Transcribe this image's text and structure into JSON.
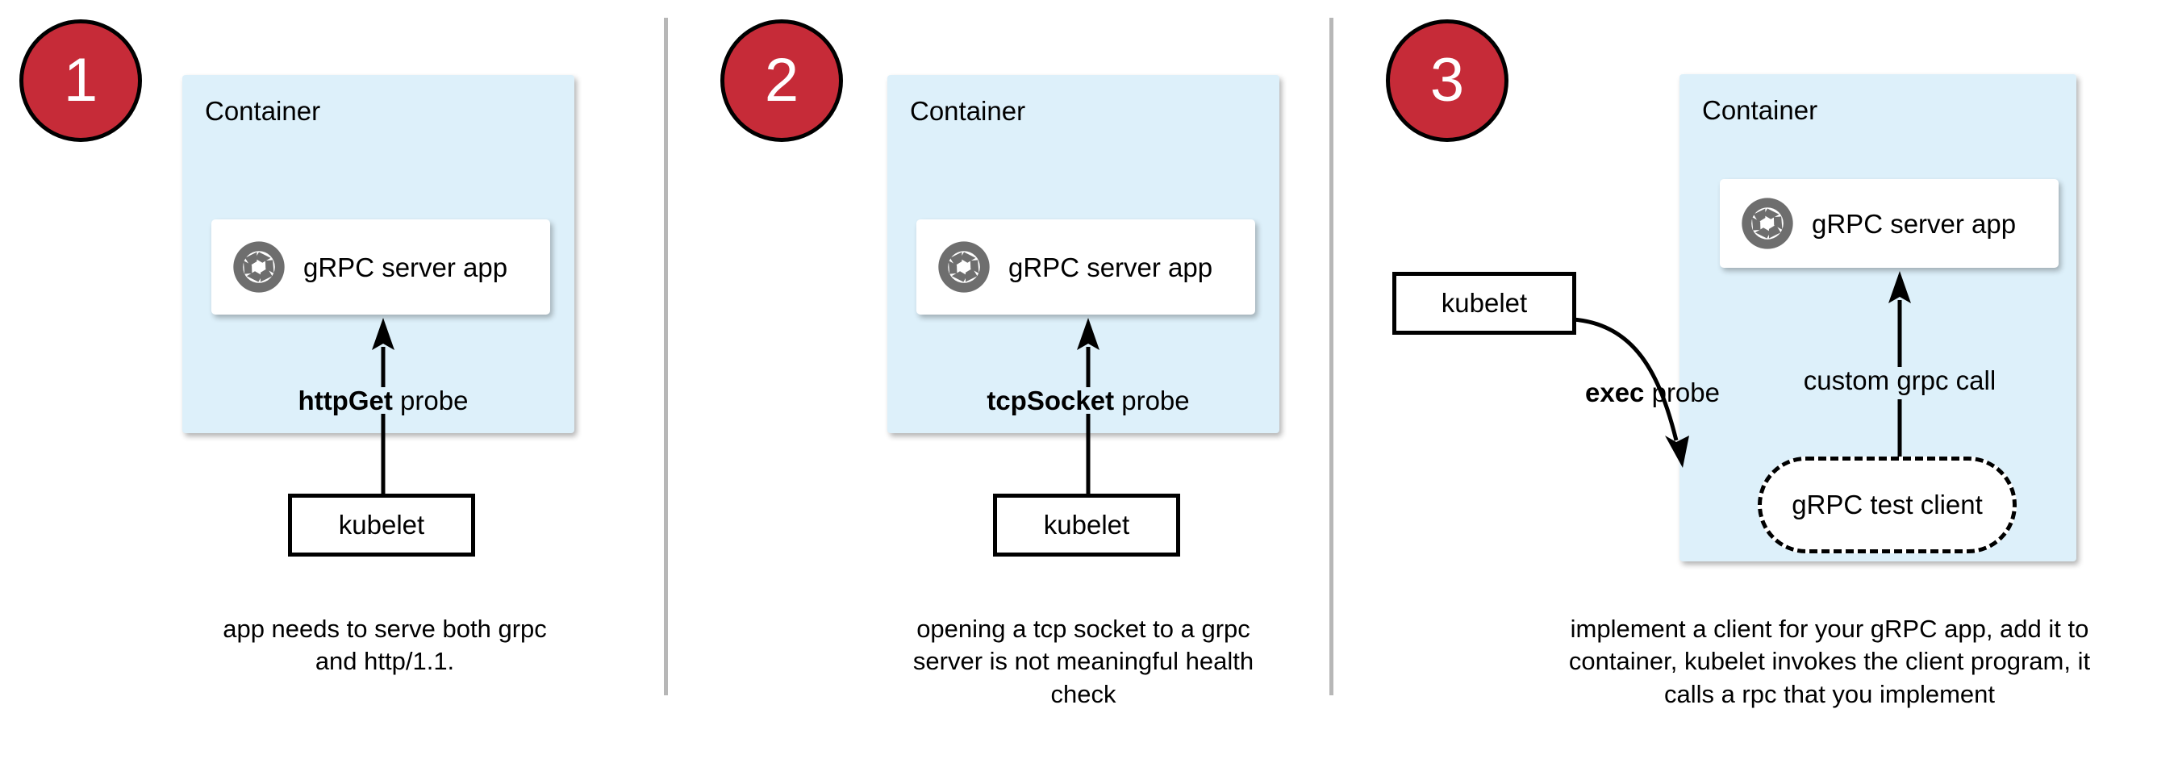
{
  "diagram": {
    "title": "Kubernetes gRPC health-check probe approaches",
    "colors": {
      "badge_red": "#C62B38",
      "badge_border": "#000000",
      "container_blue": "#DDF0FA",
      "divider_gray": "#B7B7B7",
      "icon_gray": "#6E6E6E",
      "stroke_black": "#000000",
      "card_white": "#FFFFFF"
    },
    "panels": [
      {
        "badge": "1",
        "container_label": "Container",
        "app_label": "gRPC server app",
        "app_icon": "grpc-aperture-icon",
        "probe_label_bold": "httpGet",
        "probe_label_rest": " probe",
        "kubelet_label": "kubelet",
        "caption": "app needs to serve both grpc and http/1.1."
      },
      {
        "badge": "2",
        "container_label": "Container",
        "app_label": "gRPC server app",
        "app_icon": "grpc-aperture-icon",
        "probe_label_bold": "tcpSocket",
        "probe_label_rest": " probe",
        "kubelet_label": "kubelet",
        "caption": "opening a tcp socket to a grpc server is not meaningful health check"
      },
      {
        "badge": "3",
        "container_label": "Container",
        "app_label": "gRPC server app",
        "app_icon": "grpc-aperture-icon",
        "probe_label_bold": "exec",
        "probe_label_rest": " probe",
        "kubelet_label": "kubelet",
        "test_client_label": "gRPC test client",
        "call_label": "custom grpc call",
        "caption": "implement a client for your gRPC app, add it to container, kubelet invokes the client program, it calls a rpc that you implement"
      }
    ]
  }
}
